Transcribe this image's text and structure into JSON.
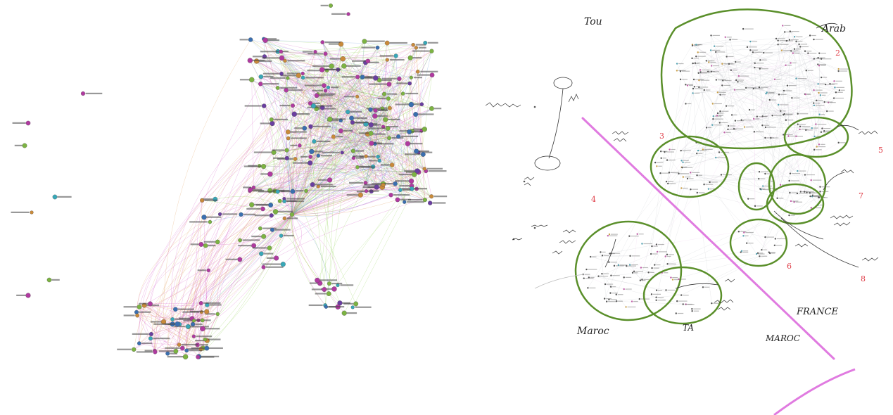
{
  "colors": {
    "background": "#ffffff",
    "node_green": "#7cb342",
    "node_magenta": "#b03aa0",
    "node_blue": "#3a6fb0",
    "node_cyan": "#38a8b8",
    "node_orange": "#c98a3a",
    "node_purple": "#6a3fa0",
    "edge_green": "#8fd14f",
    "edge_magenta": "#d65fc8",
    "edge_blue": "#5a8fd8",
    "edge_orange": "#e0a060",
    "cluster_outline": "#5a8f2a",
    "border_line": "#e07be0",
    "annotation_red": "#e0404a",
    "pencil": "#333333"
  },
  "right_annotations": {
    "top_left_faint": "Tou",
    "arab": "Arab",
    "num_2": "2",
    "num_3": "3",
    "num_4": "4",
    "num_5": "5",
    "num_6": "6",
    "num_7": "7",
    "num_8": "8",
    "france": "FRANCE",
    "maroc": "MAROC",
    "ta": "TA",
    "maroc_faint": "Maroc"
  }
}
